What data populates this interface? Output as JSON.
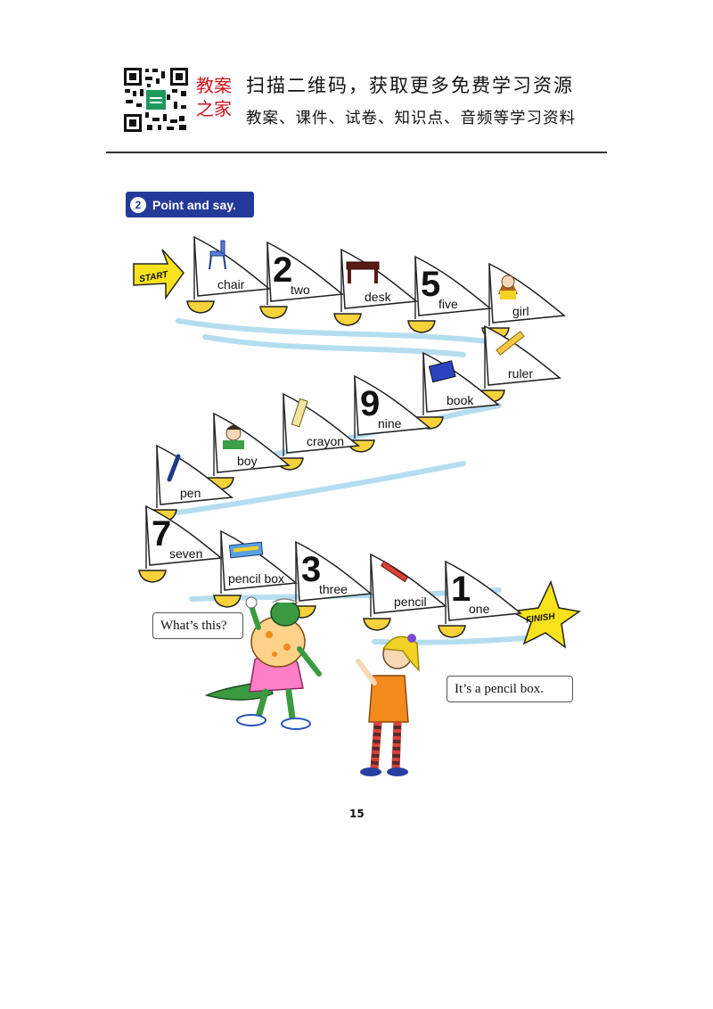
{
  "header": {
    "brand_line1": "教案",
    "brand_line2": "之家",
    "line1": "扫描二维码，获取更多免费学习资源",
    "line2": "教案、课件、试卷、知识点、音频等学习资料"
  },
  "section": {
    "number": "2",
    "title": "Point and say."
  },
  "board": {
    "start": "START",
    "finish": "FINISH",
    "boats": [
      {
        "word": "chair",
        "numeral": ""
      },
      {
        "word": "two",
        "numeral": "2"
      },
      {
        "word": "desk",
        "numeral": ""
      },
      {
        "word": "five",
        "numeral": "5"
      },
      {
        "word": "girl",
        "numeral": ""
      },
      {
        "word": "ruler",
        "numeral": ""
      },
      {
        "word": "book",
        "numeral": ""
      },
      {
        "word": "nine",
        "numeral": "9"
      },
      {
        "word": "crayon",
        "numeral": ""
      },
      {
        "word": "boy",
        "numeral": ""
      },
      {
        "word": "pen",
        "numeral": ""
      },
      {
        "word": "seven",
        "numeral": "7"
      },
      {
        "word": "pencil box",
        "numeral": ""
      },
      {
        "word": "three",
        "numeral": "3"
      },
      {
        "word": "pencil",
        "numeral": ""
      },
      {
        "word": "one",
        "numeral": "1"
      }
    ]
  },
  "dialogue": {
    "question": "What’s this?",
    "answer": "It’s a pencil box."
  },
  "page_number": "15",
  "colors": {
    "badge": "#243a98",
    "brand": "#d0141c",
    "star": "#f7e21b",
    "water": "#9fd3ea"
  }
}
